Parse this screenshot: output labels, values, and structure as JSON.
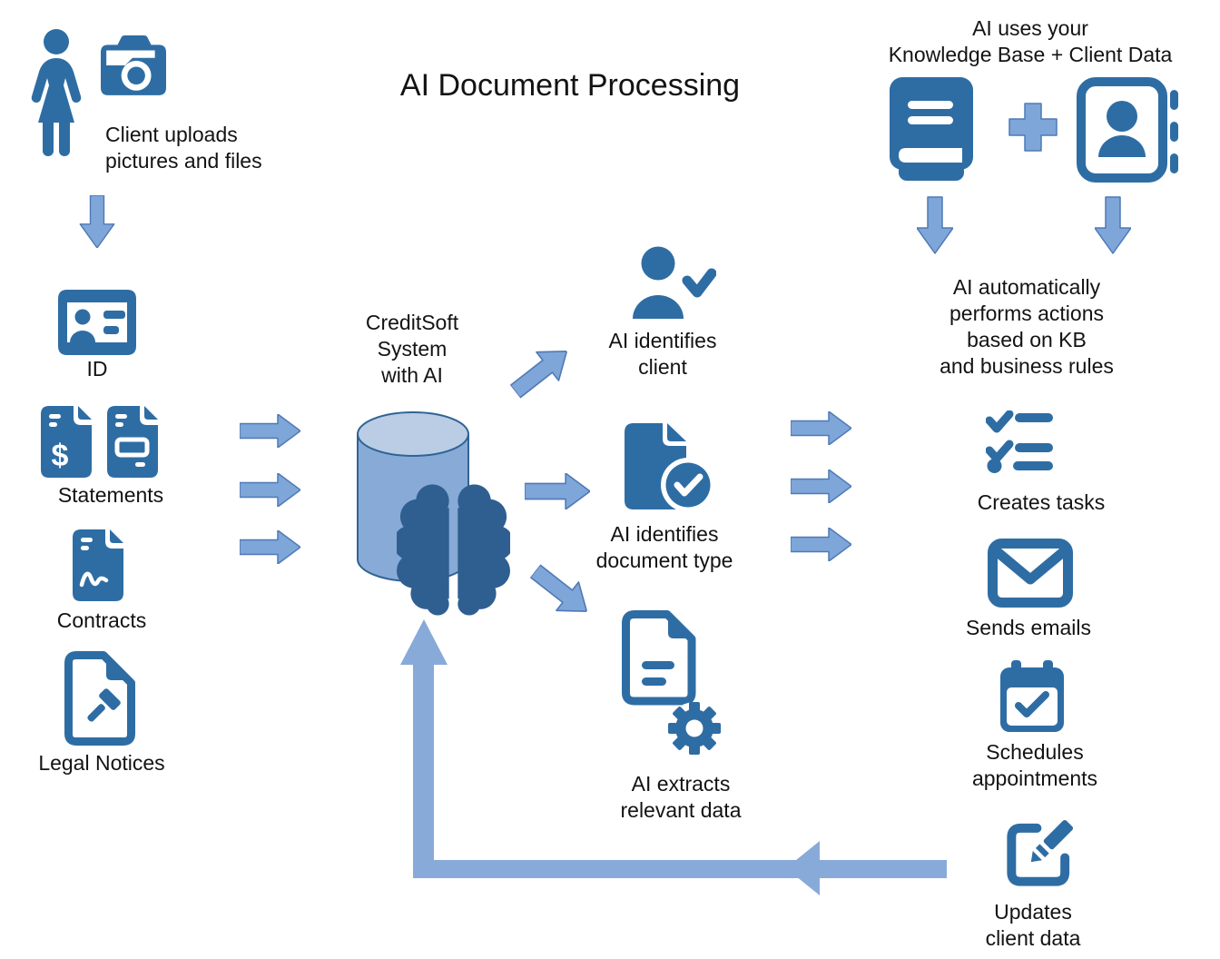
{
  "title": "AI Document Processing",
  "colors": {
    "icon": "#2e6da4",
    "dark": "#2f5f91",
    "arrow_fill": "#7ea6d8",
    "arrow_stroke": "#4f79b5",
    "return_arrow": "#88aad8",
    "cyl_body": "#87abd6",
    "cyl_top": "#bacde5",
    "cyl_stroke": "#2f6496",
    "text": "#131313"
  },
  "nodes": {
    "client_uploads": "Client uploads\npictures and files",
    "id": "ID",
    "statements": "Statements",
    "contracts": "Contracts",
    "legal_notices": "Legal Notices",
    "creditsoft": "CreditSoft\nSystem\nwith AI",
    "identifies_client": "AI identifies\nclient",
    "identifies_doctype": "AI identifies\ndocument type",
    "extracts_data": "AI extracts\nrelevant data",
    "kb_heading": "AI uses your\nKnowledge Base  + Client Data",
    "kb_actions": "AI automatically\nperforms actions\nbased on KB\nand business rules",
    "creates_tasks": "Creates tasks",
    "sends_emails": "Sends emails",
    "schedules": "Schedules\nappointments",
    "updates": "Updates\nclient data",
    "dollar": "$"
  },
  "icons": [
    "woman-icon",
    "camera-icon",
    "down-arrow-icon",
    "id-card-icon",
    "statement-dollar-icon",
    "statement-doc-icon",
    "contract-icon",
    "legal-notice-icon",
    "database-cylinder-icon",
    "brain-icon",
    "right-arrow-icon",
    "person-check-icon",
    "document-check-icon",
    "document-gear-icon",
    "book-icon",
    "plus-icon",
    "contact-card-icon",
    "checklist-icon",
    "envelope-icon",
    "calendar-check-icon",
    "edit-icon",
    "return-arrow"
  ]
}
